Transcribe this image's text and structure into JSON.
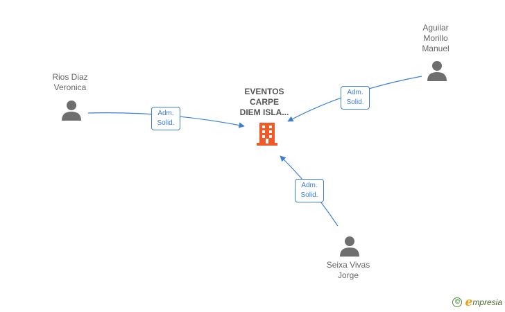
{
  "company": {
    "name_lines": [
      "EVENTOS",
      "CARPE",
      "DIEM ISLA..."
    ],
    "icon": "building-icon",
    "color": "#f05a28"
  },
  "people": [
    {
      "id": "rios",
      "name_lines": [
        "Rios Diaz",
        "Veronica"
      ],
      "icon": "person-icon"
    },
    {
      "id": "aguilar",
      "name_lines": [
        "Aguilar",
        "Morillo",
        "Manuel"
      ],
      "icon": "person-icon"
    },
    {
      "id": "seixa",
      "name_lines": [
        "Seixa Vivas",
        "Jorge"
      ],
      "icon": "person-icon"
    }
  ],
  "relations": [
    {
      "from": "rios",
      "lines": [
        "Adm.",
        "Solid."
      ]
    },
    {
      "from": "aguilar",
      "lines": [
        "Adm.",
        "Solid."
      ]
    },
    {
      "from": "seixa",
      "lines": [
        "Adm.",
        "Solid."
      ]
    }
  ],
  "colors": {
    "link": "#3b7fd6",
    "person": "#6e6e6e",
    "label": "#666666"
  },
  "footer": {
    "copyright_symbol": "©",
    "brand_initial": "e",
    "brand_rest": "mpresia"
  }
}
